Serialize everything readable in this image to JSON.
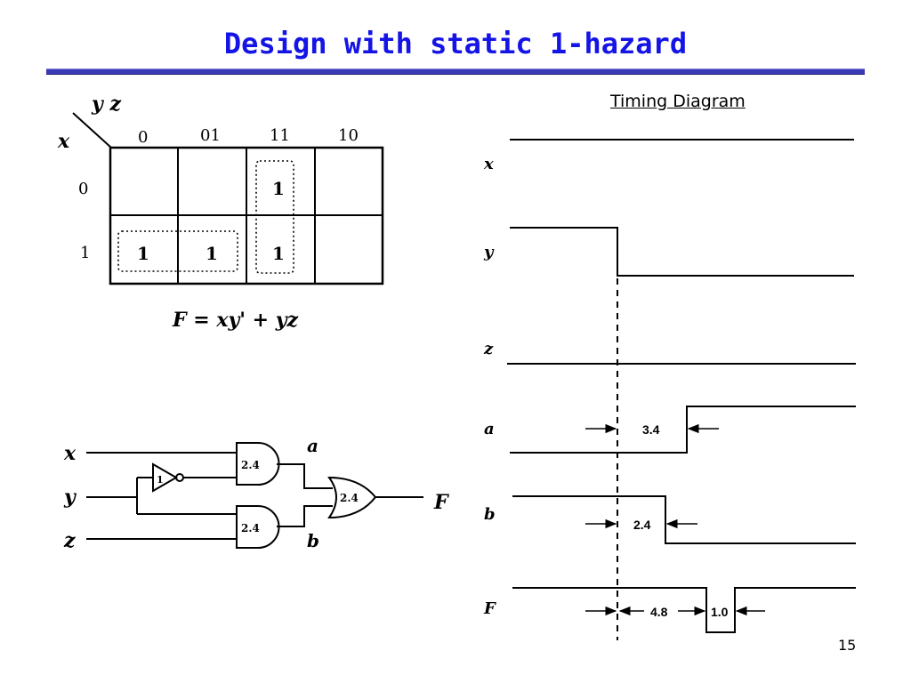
{
  "title": "Design with static 1-hazard",
  "timing_heading": "Timing Diagram",
  "slide_number": "15",
  "kmap": {
    "row_var": "x",
    "col_var": "y z",
    "col_headers": [
      "0",
      "01",
      "11",
      "10"
    ],
    "row_headers": [
      "0",
      "1"
    ],
    "ones": [
      {
        "row": 0,
        "col": 2,
        "text": "1"
      },
      {
        "row": 1,
        "col": 0,
        "text": "1"
      },
      {
        "row": 1,
        "col": 1,
        "text": "1"
      },
      {
        "row": 1,
        "col": 2,
        "text": "1"
      }
    ],
    "equation": "F = xy' + yz"
  },
  "circuit": {
    "inputs": [
      "x",
      "y",
      "z"
    ],
    "output": "F",
    "inverter_delay": "1",
    "and_top_delay": "2.4",
    "and_bottom_delay": "2.4",
    "or_delay": "2.4",
    "wire_a": "a",
    "wire_b": "b"
  },
  "timing": {
    "signals": [
      "x",
      "y",
      "z",
      "a",
      "b",
      "F"
    ],
    "delay_a": "3.4",
    "delay_b": "2.4",
    "delay_f1": "4.8",
    "delay_f2": "1.0"
  }
}
